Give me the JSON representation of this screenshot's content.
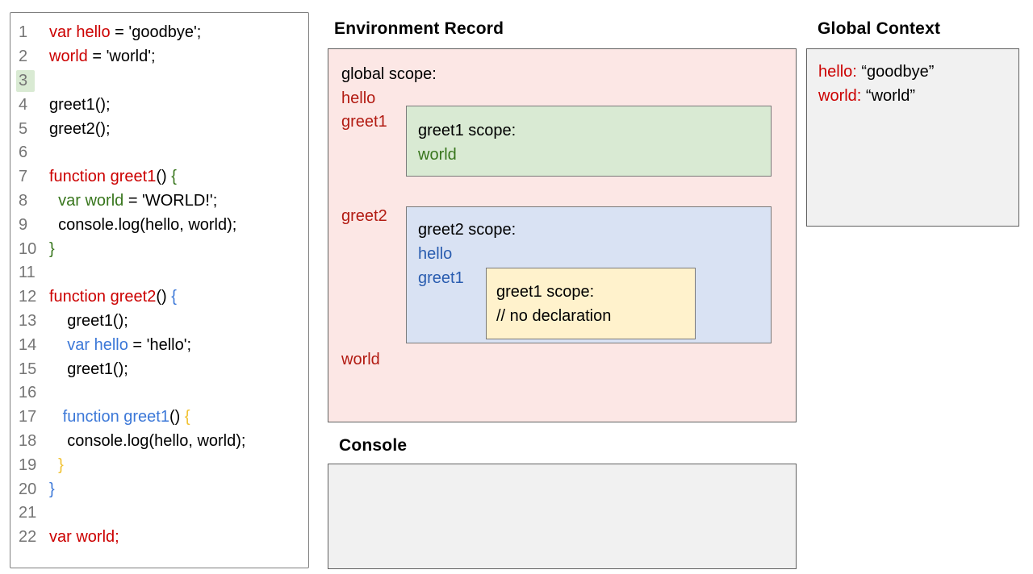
{
  "colors": {
    "code_red": "#cc0000",
    "code_green": "#38761d",
    "code_blue": "#3c78d8",
    "code_yellow": "#f1c232",
    "code_black": "#000000",
    "line_number_gray": "#757575",
    "line_highlight_green": "#d9ead3",
    "env_label_red": "#b21b12",
    "env_label_blue": "#2a5db0",
    "env_label_green": "#38761d",
    "pink_bg": "#fce7e5",
    "green_bg": "#d9ead3",
    "blue_bg": "#d9e2f3",
    "yellow_bg": "#fff2cc",
    "gray_bg": "#f1f1f1"
  },
  "code_panel": {
    "lines": [
      {
        "n": "1",
        "highlight": false,
        "tokens": [
          {
            "t": "var hello",
            "c": "red"
          },
          {
            "t": " = 'goodbye';",
            "c": "black"
          }
        ]
      },
      {
        "n": "2",
        "highlight": false,
        "tokens": [
          {
            "t": "world",
            "c": "red"
          },
          {
            "t": " = 'world';",
            "c": "black"
          }
        ]
      },
      {
        "n": "3",
        "highlight": true,
        "tokens": []
      },
      {
        "n": "4",
        "highlight": false,
        "tokens": [
          {
            "t": "greet1();",
            "c": "black"
          }
        ]
      },
      {
        "n": "5",
        "highlight": false,
        "tokens": [
          {
            "t": "greet2();",
            "c": "black"
          }
        ]
      },
      {
        "n": "6",
        "highlight": false,
        "tokens": []
      },
      {
        "n": "7",
        "highlight": false,
        "tokens": [
          {
            "t": "function greet1",
            "c": "red"
          },
          {
            "t": "() ",
            "c": "black"
          },
          {
            "t": "{",
            "c": "green"
          }
        ]
      },
      {
        "n": "8",
        "highlight": false,
        "tokens": [
          {
            "t": "  ",
            "c": "black"
          },
          {
            "t": "var world",
            "c": "green"
          },
          {
            "t": " = 'WORLD!';",
            "c": "black"
          }
        ]
      },
      {
        "n": "9",
        "highlight": false,
        "tokens": [
          {
            "t": "  console.log(hello, world);",
            "c": "black"
          }
        ]
      },
      {
        "n": "10",
        "highlight": false,
        "tokens": [
          {
            "t": "}",
            "c": "green"
          }
        ]
      },
      {
        "n": "11",
        "highlight": false,
        "tokens": []
      },
      {
        "n": "12",
        "highlight": false,
        "tokens": [
          {
            "t": "function greet2",
            "c": "red"
          },
          {
            "t": "() ",
            "c": "black"
          },
          {
            "t": "{",
            "c": "blue"
          }
        ]
      },
      {
        "n": "13",
        "highlight": false,
        "tokens": [
          {
            "t": "    greet1();",
            "c": "black"
          }
        ]
      },
      {
        "n": "14",
        "highlight": false,
        "tokens": [
          {
            "t": "    ",
            "c": "black"
          },
          {
            "t": "var hello",
            "c": "blue"
          },
          {
            "t": " = 'hello';",
            "c": "black"
          }
        ]
      },
      {
        "n": "15",
        "highlight": false,
        "tokens": [
          {
            "t": "    greet1();",
            "c": "black"
          }
        ]
      },
      {
        "n": "16",
        "highlight": false,
        "tokens": []
      },
      {
        "n": "17",
        "highlight": false,
        "tokens": [
          {
            "t": "   ",
            "c": "black"
          },
          {
            "t": "function greet1",
            "c": "blue"
          },
          {
            "t": "() ",
            "c": "black"
          },
          {
            "t": "{",
            "c": "yellow"
          }
        ]
      },
      {
        "n": "18",
        "highlight": false,
        "tokens": [
          {
            "t": "    console.log(hello, world);",
            "c": "black"
          }
        ]
      },
      {
        "n": "19",
        "highlight": false,
        "tokens": [
          {
            "t": "  ",
            "c": "black"
          },
          {
            "t": "}",
            "c": "yellow"
          }
        ]
      },
      {
        "n": "20",
        "highlight": false,
        "tokens": [
          {
            "t": "}",
            "c": "blue"
          }
        ]
      },
      {
        "n": "21",
        "highlight": false,
        "tokens": []
      },
      {
        "n": "22",
        "highlight": false,
        "tokens": [
          {
            "t": "var world;",
            "c": "red"
          }
        ]
      }
    ]
  },
  "environment_record": {
    "title": "Environment Record",
    "global_scope_label": "global scope:",
    "entries": {
      "hello": "hello",
      "greet1": "greet1",
      "greet2": "greet2",
      "world": "world"
    },
    "greet1_scope": {
      "label": "greet1 scope:",
      "entry_world": "world"
    },
    "greet2_scope": {
      "label": "greet2 scope:",
      "entry_hello": "hello",
      "entry_greet1": "greet1",
      "inner_greet1_scope": {
        "label": "greet1 scope:",
        "comment": "// no declaration"
      }
    }
  },
  "global_context": {
    "title": "Global Context",
    "entries": [
      {
        "name": "hello:",
        "value": " “goodbye”"
      },
      {
        "name": "world:",
        "value": " “world”"
      }
    ]
  },
  "console_panel": {
    "title": "Console"
  }
}
